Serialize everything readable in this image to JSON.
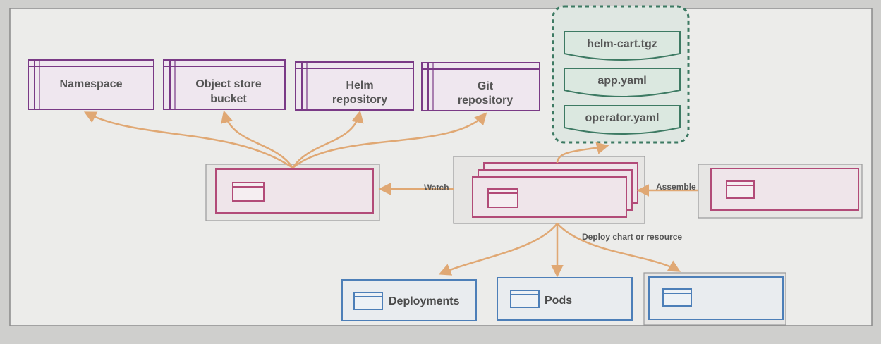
{
  "top_boxes": [
    {
      "line1": "Namespace",
      "line2": ""
    },
    {
      "line1": "Object store",
      "line2": "bucket"
    },
    {
      "line1": "Helm",
      "line2": "repository"
    },
    {
      "line1": "Git",
      "line2": "repository"
    }
  ],
  "files": [
    "helm-cart.tgz",
    "app.yaml",
    "operator.yaml"
  ],
  "edge_labels": {
    "watch": "Watch",
    "assemble": "Assemble",
    "deploy": "Deploy chart or resource"
  },
  "bottom_boxes": [
    "Deployments",
    "Pods",
    ""
  ],
  "colors": {
    "purple": "#7a3a86",
    "pink": "#c0507e",
    "teal": "#3d7a63",
    "blue": "#4d7fb8",
    "arrow": "#e0a874",
    "text": "#4a4a4a"
  }
}
